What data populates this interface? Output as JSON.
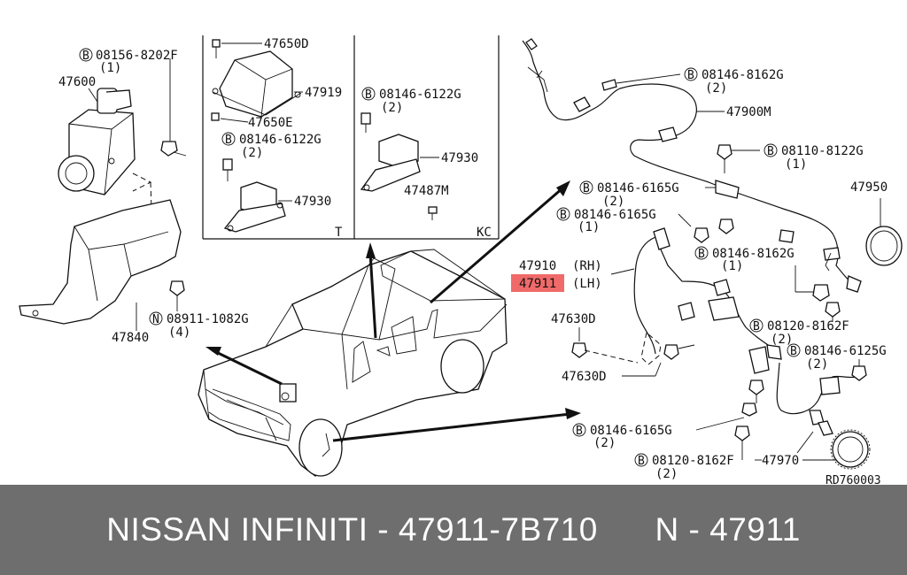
{
  "callouts": {
    "c1": {
      "code": "08156-8202F",
      "qty": "(1)",
      "sym": "B"
    },
    "c2": {
      "code": "08146-6122G",
      "qty": "(2)",
      "sym": "B"
    },
    "c3": {
      "code": "08146-6122G",
      "qty": "(2)",
      "sym": "B"
    },
    "c4": {
      "code": "08146-8162G",
      "qty": "(2)",
      "sym": "B"
    },
    "c5": {
      "code": "08110-8122G",
      "qty": "(1)",
      "sym": "B"
    },
    "c6": {
      "code": "08146-6165G",
      "qty": "(2)",
      "sym": "B"
    },
    "c7": {
      "code": "08146-6165G",
      "qty": "(1)",
      "sym": "B"
    },
    "c8": {
      "code": "08146-8162G",
      "qty": "(1)",
      "sym": "B"
    },
    "c9": {
      "code": "08120-8162F",
      "qty": "(2)",
      "sym": "B"
    },
    "c10": {
      "code": "08146-6125G",
      "qty": "(2)",
      "sym": "B"
    },
    "c11": {
      "code": "08146-6165G",
      "qty": "(2)",
      "sym": "B"
    },
    "c12": {
      "code": "08120-8162F",
      "qty": "(2)",
      "sym": "B"
    },
    "c13": {
      "code": "08911-1082G",
      "qty": "(4)",
      "sym": "N"
    }
  },
  "parts": {
    "p47600": "47600",
    "p47650D": "47650D",
    "p47919": "47919",
    "p47650E": "47650E",
    "p47930a": "47930",
    "p47930b": "47930",
    "p47487M": "47487M",
    "p47900M": "47900M",
    "p47950": "47950",
    "p47910": "47910",
    "p47911": "47911",
    "rh": "(RH)",
    "lh": "(LH)",
    "p47630D_a": "47630D",
    "p47630D_b": "47630D",
    "p47970": "47970",
    "p47840": "47840"
  },
  "inset_tags": {
    "t": "T",
    "kc": "KC"
  },
  "diagram_code": "RD760003",
  "highlight_color": "#f06a6a",
  "footer": {
    "text": "NISSAN INFINITI - 47911-7B710      N - 47911"
  }
}
